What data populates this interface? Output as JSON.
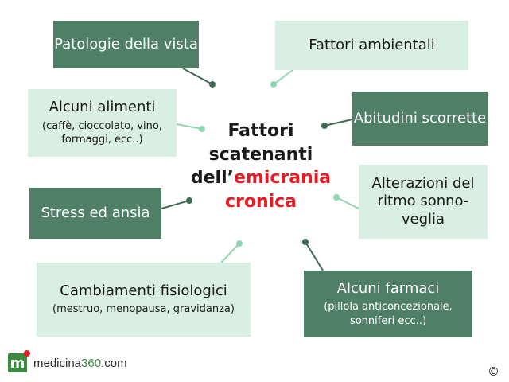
{
  "center": {
    "before": "Fattori",
    "line2": "scatenanti",
    "line3_pre": "dell’",
    "highlight1": "emicrania",
    "highlight2": "cronica"
  },
  "boxes": {
    "patologie": {
      "title": "Patologie della vista"
    },
    "ambientali": {
      "title": "Fattori ambientali"
    },
    "alimenti": {
      "title": "Alcuni alimenti",
      "sub": "(caffè, cioccolato, vino, formaggi, ecc..)"
    },
    "abitudini": {
      "title": "Abitudini scorrette"
    },
    "alterazioni": {
      "title": "Alterazioni del ritmo sonno-veglia"
    },
    "stress": {
      "title": "Stress ed ansia"
    },
    "cambiamenti": {
      "title": "Cambiamenti fisiologici",
      "sub": "(mestruo, menopausa, gravidanza)"
    },
    "farmaci": {
      "title": "Alcuni farmaci",
      "sub": "(pillola anticoncezionale, sonniferi ecc..)"
    }
  },
  "footer": {
    "logo_letter": "m",
    "brand_name": "medicina",
    "brand_number": "360",
    "brand_suffix": ".com",
    "copyright": "©"
  },
  "colors": {
    "dark": "#4f7f67",
    "light": "#d9efe3",
    "dark_line": "#3f6b55",
    "light_line": "#8fd6b0",
    "highlight": "#e41e26"
  }
}
